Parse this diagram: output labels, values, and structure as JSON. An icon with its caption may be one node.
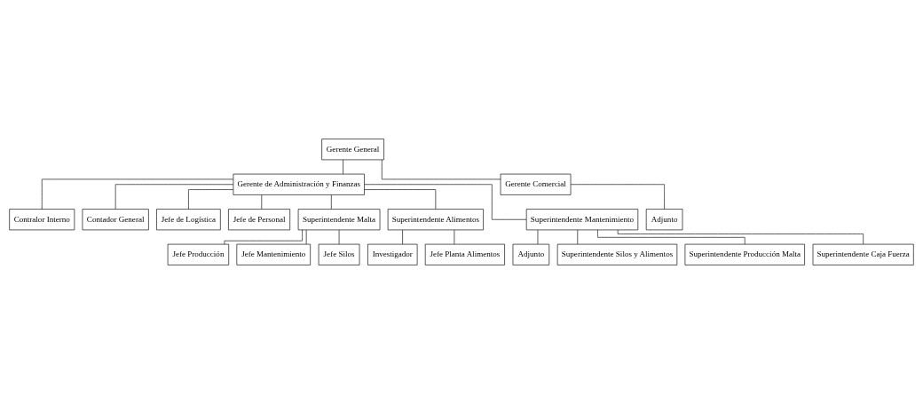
{
  "diagram": {
    "nodes": [
      {
        "text": [
          "Gerente General"
        ]
      },
      {
        "text": [
          "Gerente de Administración y Finanzas"
        ]
      },
      {
        "text": [
          "Gerente Comercial"
        ]
      },
      {
        "text": [
          "Contralor Interno"
        ]
      },
      {
        "text": [
          "Adjunto"
        ]
      },
      {
        "text": [
          "Contador General"
        ]
      },
      {
        "text": [
          "Jefe de Logística"
        ]
      },
      {
        "text": [
          "Jefe de Personal"
        ]
      },
      {
        "text": [
          "Superintendente Malta"
        ]
      },
      {
        "text": [
          "Superintendente Alimentos"
        ]
      },
      {
        "text": [
          "Superintendente Mantenimiento"
        ]
      },
      {
        "text": [
          "Jefe Producción"
        ]
      },
      {
        "text": [
          "Jefe Mantenimiento"
        ]
      },
      {
        "text": [
          "Jefe Silos"
        ]
      },
      {
        "text": [
          "Investigador"
        ]
      },
      {
        "text": [
          "Jefe Planta Alimentos"
        ]
      },
      {
        "text": [
          "Adjunto"
        ]
      },
      {
        "text": [
          "Superintendente Silos y Alimentos"
        ]
      },
      {
        "text": [
          "Superintendente Producción Malta"
        ]
      },
      {
        "text": [
          "Superintendente Caja Fuerza"
        ]
      }
    ],
    "edges": [
      {
        "from": 0,
        "to": 1,
        "arrow": "none"
      },
      {
        "from": 0,
        "to": 2,
        "arrow": "none"
      },
      {
        "from": 1,
        "to": 3,
        "arrow": "none"
      },
      {
        "from": 2,
        "to": 4,
        "arrow": "none"
      },
      {
        "from": 1,
        "to": 5,
        "arrow": "none"
      },
      {
        "from": 1,
        "to": 6,
        "arrow": "none"
      },
      {
        "from": 1,
        "to": 7,
        "arrow": "none"
      },
      {
        "from": 1,
        "to": 8,
        "arrow": "none"
      },
      {
        "from": 1,
        "to": 9,
        "arrow": "none"
      },
      {
        "from": 1,
        "to": 10,
        "arrow": "none"
      },
      {
        "from": 8,
        "to": 11,
        "arrow": "none"
      },
      {
        "from": 8,
        "to": 12,
        "arrow": "none"
      },
      {
        "from": 8,
        "to": 13,
        "arrow": "none"
      },
      {
        "from": 9,
        "to": 14,
        "arrow": "none"
      },
      {
        "from": 9,
        "to": 15,
        "arrow": "none"
      },
      {
        "from": 10,
        "to": 16,
        "arrow": "none"
      },
      {
        "from": 10,
        "to": 17,
        "arrow": "none"
      },
      {
        "from": 10,
        "to": 18,
        "arrow": "none"
      },
      {
        "from": 10,
        "to": 19,
        "arrow": "none"
      }
    ]
  }
}
